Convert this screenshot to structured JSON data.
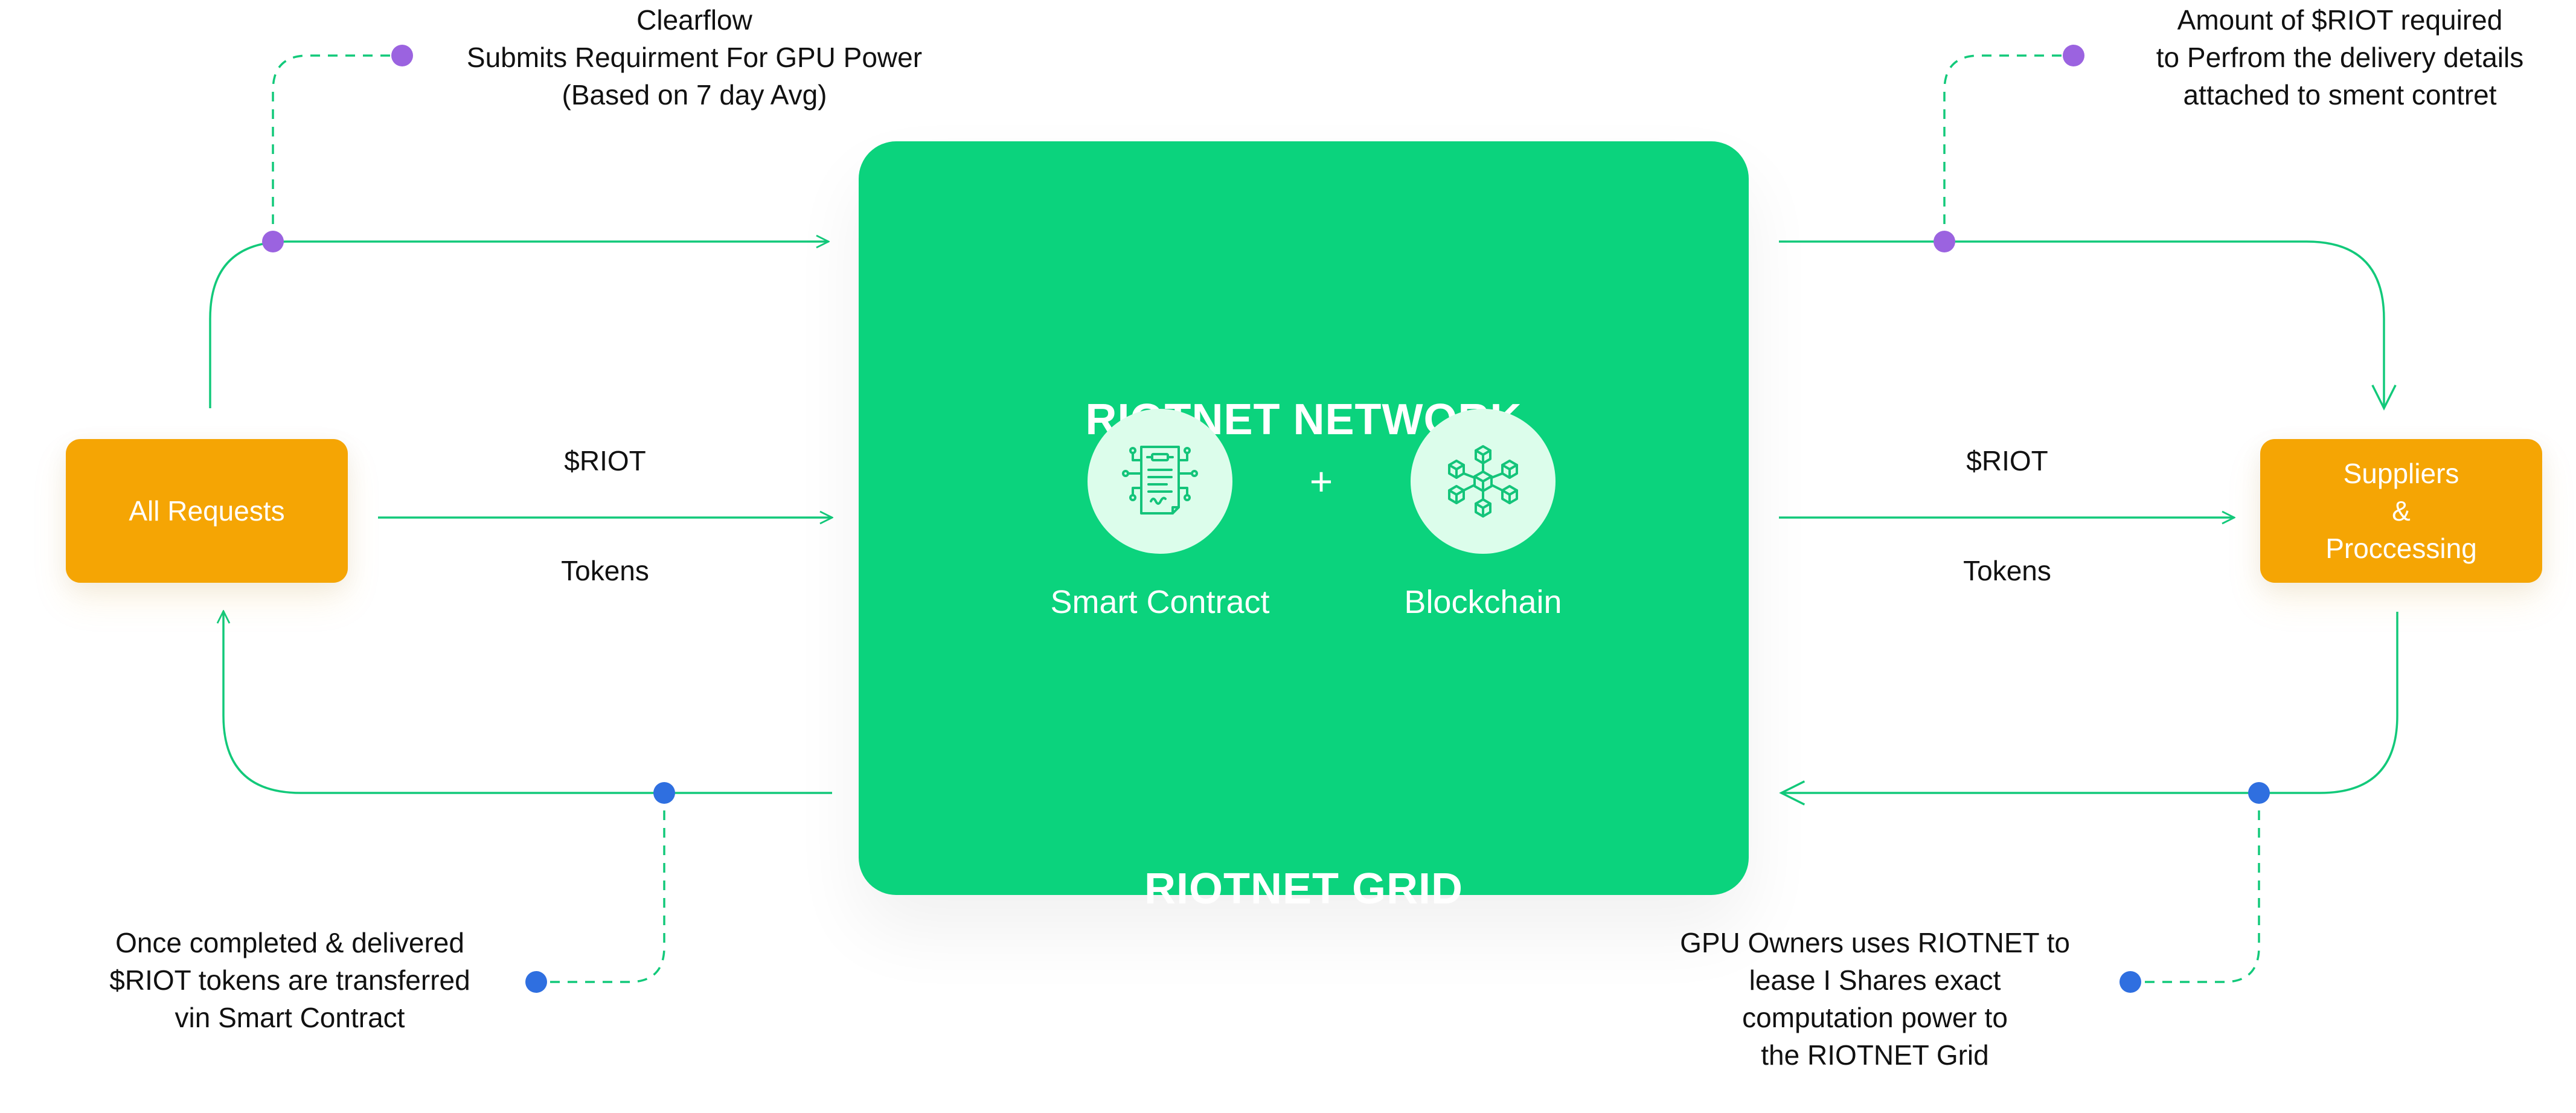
{
  "colors": {
    "panel_green": "#0bd37d",
    "box_orange": "#f5a504",
    "arrow_green": "#12c97a",
    "dot_purple": "#9b63e0",
    "dot_blue": "#2f6fe0",
    "icon_circle": "#dcfdeb"
  },
  "left_box": {
    "label": "All Requests"
  },
  "right_box": {
    "lines": [
      "Suppliers",
      "&",
      "Proccessing"
    ]
  },
  "center": {
    "title_top": "RIOTNET NETWORK",
    "title_bottom": "RIOTNET GRID",
    "plus": "+",
    "items": [
      {
        "label": "Smart Contract",
        "icon": "smart-contract-icon"
      },
      {
        "label": "Blockchain",
        "icon": "blockchain-icon"
      }
    ]
  },
  "flows": {
    "left": {
      "top_label": "$RIOT",
      "bottom_label": "Tokens"
    },
    "right": {
      "top_label": "$RIOT",
      "bottom_label": "Tokens"
    }
  },
  "notes": {
    "top_left": [
      "Clearflow",
      "Submits Requirment For GPU Power",
      "(Based on 7 day Avg)"
    ],
    "top_right": [
      "Amount of $RIOT required",
      "to Perfrom the delivery details",
      "attached to sment contret"
    ],
    "bottom_left": [
      "Once completed & delivered",
      "$RIOT tokens are transferred",
      "vin Smart Contract"
    ],
    "bottom_right": [
      "GPU Owners uses RIOTNET to",
      "lease I Shares exact",
      "computation power to",
      "the RIOTNET Grid"
    ]
  }
}
